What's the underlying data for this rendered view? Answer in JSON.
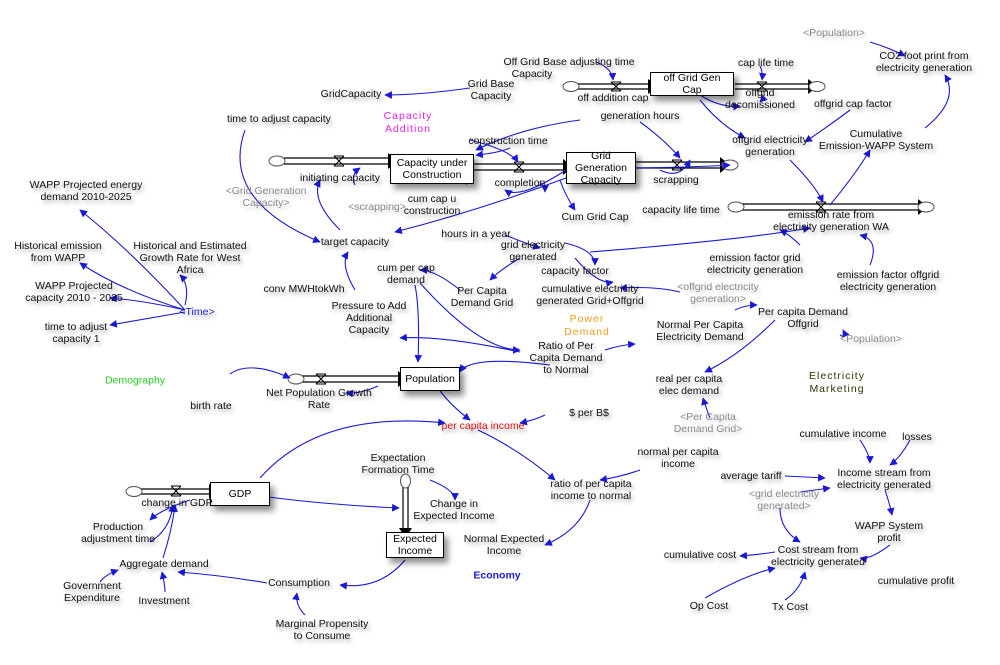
{
  "colors": {
    "link": "#1a1ad6",
    "flow": "#000000",
    "capacity_sector": "#e020e0",
    "power_sector": "#e8a020",
    "demography_sector": "#22cc22",
    "economy_sector": "#1a1ad6",
    "marketing_sector": "#333300",
    "per_capita_income": "#e01010",
    "time_var": "#1a1ad6"
  },
  "sectors": {
    "capacity": "Capacity\nAddition",
    "power": "Power\nDemand",
    "demography": "Demography",
    "economy": "Economy",
    "marketing": "Electricity\nMarketing"
  },
  "stocks": {
    "capacity_under_construction": "Capacity under\nConstruction",
    "grid_generation_capacity": "Grid\nGeneration\nCapacity",
    "offgrid_gen_cap": "off Grid Gen\nCap",
    "population": "Population",
    "gdp": "GDP",
    "expected_income": "Expected\nIncome"
  },
  "variables": {
    "population_top": "<Population>",
    "co2_footprint": "CO2 foot print from\nelectricity generation",
    "offgrid_base_adj_time": "Off Grid Base adjusting time",
    "capacity_top": "Capacity",
    "grid_base_capacity": "Grid Base\nCapacity",
    "grid_capacity": "GridCapacity",
    "cap_life_time": "cap life time",
    "offgrid_decommissioned": "offgrid\ndecomissioned",
    "off_addition_cap": "off addition cap",
    "offgrid_cap_factor": "offgrid cap factor",
    "generation_hours": "generation hours",
    "time_to_adjust_capacity": "time to adjust capacity",
    "construction_time": "construction time",
    "offgrid_electricity_generation": "offgrid electricity\ngeneration",
    "cumulative_emission": "Cumulative\nEmission-WAPP System",
    "initiating_capacity": "initiating capacity",
    "completion": "completion",
    "scrapping": "scrapping",
    "grid_generation_capacity_ghost": "<Grid Generation\nCapacity>",
    "scrapping_ghost": "<scrapping>",
    "cum_cap_u_construction": "cum cap u\nconstruction",
    "cum_grid_cap": "Cum Grid Cap",
    "capacity_life_time": "capacity life time",
    "emission_rate": "emission rate from\nelectricity generation WA",
    "wapp_projected_energy": "WAPP Projected energy\ndemand 2010-2025",
    "target_capacity": "target capacity",
    "hours_in_a_year": "hours in a year",
    "grid_electricity_generated": "grid electricity\ngenerated",
    "historical_emission": "Historical emission\nfrom WAPP",
    "historical_growth_rate": "Historical and Estimated\nGrowth Rate for West\nAfrica",
    "emission_factor_grid": "emission factor grid\nelectricity generation",
    "emission_factor_offgrid": "emission factor offgrid\nelectricity generation",
    "capacity_factor": "capacity factor",
    "cum_per_cap_demand": "cum per cap\ndemand",
    "wapp_projected_capacity": "WAPP Projected\ncapacity 2010 - 2025",
    "conv_mwh": "conv MWHtokWh",
    "cumulative_electricity_generated": "cumulative electricity\ngenerated Grid+Offgrid",
    "offgrid_electricity_generation_ghost": "<offgrid electricity\ngeneration>",
    "per_capita_demand_grid": "Per Capita\nDemand Grid",
    "per_capita_demand_offgrid": "Per capita Demand\nOffgrid",
    "time_ghost": "<Time>",
    "time_to_adjust_capacity_1": "time to adjust\ncapacity 1",
    "pressure_to_add": "Pressure to Add\nAdditional\nCapacity",
    "normal_per_capita_demand": "Normal Per Capita\nElectricity Demand",
    "population_ghost": "<Population>",
    "ratio_per_capita_demand": "Ratio of Per\nCapita Demand\nto Normal",
    "net_population_growth_rate": "Net Population Growth\nRate",
    "birth_rate": "birth rate",
    "real_per_capita_demand": "real per capita\nelec demand",
    "per_capita_demand_grid_ghost": "<Per Capita\nDemand Grid>",
    "dollar_per_b": "$ per B$",
    "per_capita_income": "per capita income",
    "cumulative_income": "cumulative income",
    "losses": "losses",
    "expectation_formation_time": "Expectation\nFormation Time",
    "normal_per_capita_income": "normal per capita\nincome",
    "average_tariff": "average tariff",
    "income_stream": "Income stream from\nelectricity generated",
    "change_in_gdp": "change in GDP",
    "change_in_expected_income": "Change in\nExpected Income",
    "ratio_per_capita_income": "ratio of per capita\nincome to normal",
    "grid_electricity_generated_ghost": "<grid electricity\ngenerated>",
    "production_adjustment_time": "Production\nadjustment time",
    "wapp_system_profit": "WAPP System\nprofit",
    "normal_expected_income": "Normal Expected\nIncome",
    "cost_stream": "Cost stream from\nelectricity generated",
    "cumulative_cost": "cumulative cost",
    "aggregate_demand": "Aggregate demand",
    "government_expenditure": "Government\nExpenditure",
    "investment": "Investment",
    "consumption": "Consumption",
    "cumulative_profit": "cumulative profit",
    "op_cost": "Op Cost",
    "tx_cost": "Tx Cost",
    "marginal_propensity": "Marginal Propensity\nto Consume"
  }
}
